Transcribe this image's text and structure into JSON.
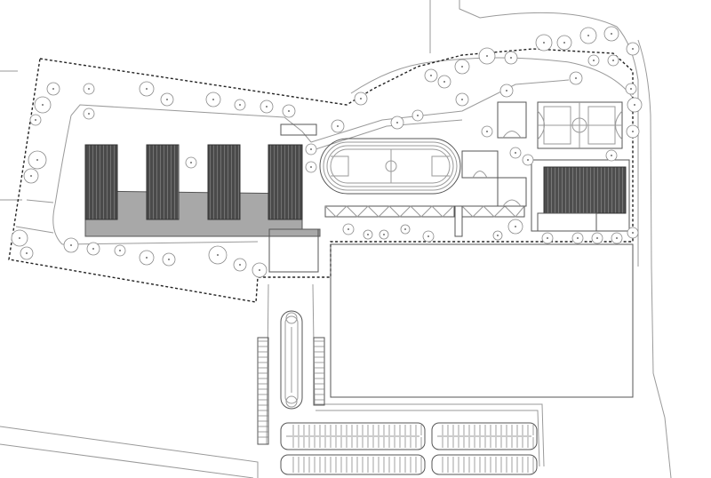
{
  "diagram": {
    "kind": "site-plan",
    "style": "monochrome line drawing",
    "labels": []
  },
  "colors": {
    "background": "#ffffff",
    "line": "#9a9a9a",
    "dark_line": "#333333",
    "roof_fill": "#5a5a5a",
    "podium_fill": "#a8a8a8"
  },
  "elements": {
    "classroom_blocks": 4,
    "gymnasium": 1,
    "running_track": 1,
    "sports_courts": 4,
    "parking_bays": 4
  }
}
